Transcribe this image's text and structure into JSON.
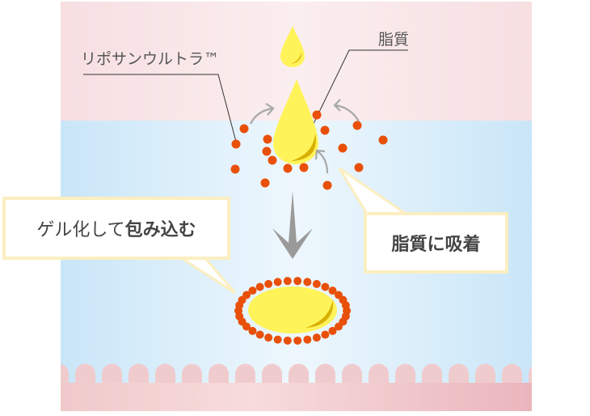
{
  "labels": {
    "liposan": "リポサンウルトラ™",
    "lipid": "脂質"
  },
  "callouts": {
    "gel_regular": "ゲル化して",
    "gel_bold": "包み込む",
    "adsorb": "脂質に吸着"
  },
  "colors": {
    "lipid_yellow": "#fff35a",
    "lipid_shadow": "#e0b800",
    "particle_orange": "#e8500a",
    "skin_pink": "#f9e6e8",
    "fluid_blue": "#cde8f8"
  }
}
